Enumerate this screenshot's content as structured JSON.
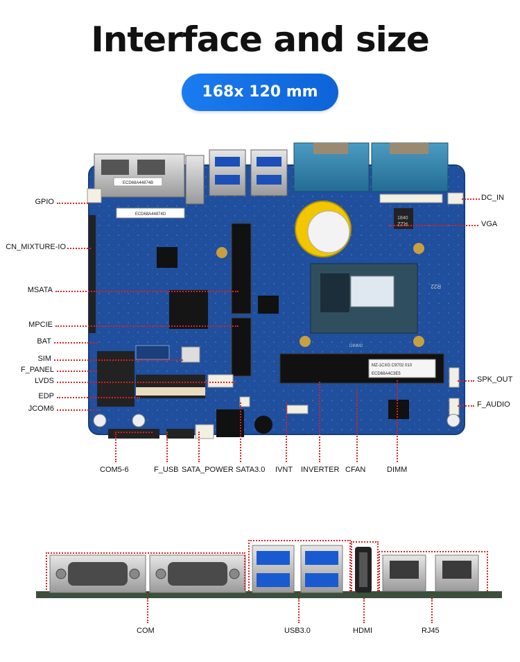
{
  "title": "Interface and size",
  "size_badge": "168x 120 mm",
  "left_labels": [
    "GPIO",
    "CN_MIXTURE-IO",
    "MSATA",
    "MPCIE",
    "BAT",
    "SIM",
    "F_PANEL",
    "LVDS",
    "EDP",
    "JCOM6"
  ],
  "right_labels": [
    "DC_IN",
    "VGA",
    "SPK_OUT",
    "F_AUDIO"
  ],
  "bottom_labels": [
    "COM5-6",
    "F_USB",
    "SATA_POWER",
    "SATA3.0",
    "IVNT",
    "INVERTER",
    "CFAN",
    "DIMM"
  ],
  "io_labels": [
    "COM",
    "USB3.0",
    "HDMI",
    "RJ45"
  ],
  "board_silkscreen": {
    "lan_chip_1": "ECD68A44874B",
    "lan_chip_2": "ECD68A44874D",
    "dimm_sticker_1": "MZ-1CXG C9702 010",
    "dimm_sticker_2": "ECD68A4C3E5",
    "r22_a": "R22",
    "r22_b": "R22",
    "r1840": "1840",
    "dimm_label": "DIMM2"
  },
  "colors": {
    "board": "#1d4d9a",
    "accent_pill": "#1470e6",
    "leader_line": "#e02020",
    "vga_connector": "#2f7fa6"
  }
}
